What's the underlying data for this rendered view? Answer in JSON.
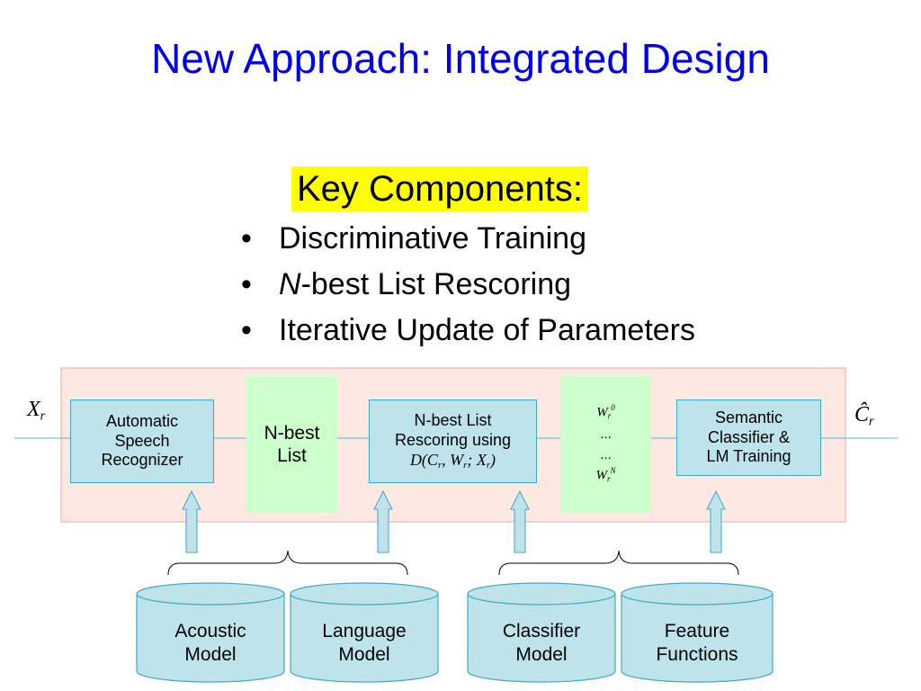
{
  "slide": {
    "title": "New Approach: Integrated Design",
    "key_heading": "Key Components:",
    "bullets": [
      {
        "prefix": "",
        "em": "",
        "text": "Discriminative Training"
      },
      {
        "prefix": "",
        "em": "N",
        "text": "-best List Rescoring"
      },
      {
        "prefix": "",
        "em": "",
        "text": "Iterative Update of Parameters"
      }
    ],
    "bullet_glyph": "•"
  },
  "diagram": {
    "input_var": {
      "base": "X",
      "sub": "r"
    },
    "output_var": {
      "base": "Ĉ",
      "sub": "r"
    },
    "asr": {
      "line1": "Automatic",
      "line2": "Speech",
      "line3": "Recognizer"
    },
    "nbest_list": {
      "line1": "N-best",
      "line2": "List"
    },
    "rescoring": {
      "line1": "N-best List",
      "line2": "Rescoring using",
      "formula": "D(C_r, W_r; X_r)"
    },
    "hyp_list": {
      "top": "W",
      "top_sub": "r",
      "top_sup": "0",
      "dots1": "...",
      "dots2": "...",
      "bottom": "W",
      "bottom_sub": "r",
      "bottom_sup": "N"
    },
    "classifier": {
      "line1": "Semantic",
      "line2": "Classifier &",
      "line3": "LM Training"
    },
    "models": [
      {
        "line1": "Acoustic",
        "line2": "Model"
      },
      {
        "line1": "Language",
        "line2": "Model"
      },
      {
        "line1": "Classifier",
        "line2": "Model"
      },
      {
        "line1": "Feature",
        "line2": "Functions"
      }
    ],
    "colors": {
      "title": "#0000ee",
      "highlight": "#ffff00",
      "panel_fill": "#fde9e2",
      "panel_border": "#f2a3a8",
      "box_blue": "#bfe3ea",
      "box_border": "#3fa9c9",
      "box_green": "#ccffcc",
      "flow_line": "#4fb8d8"
    }
  }
}
